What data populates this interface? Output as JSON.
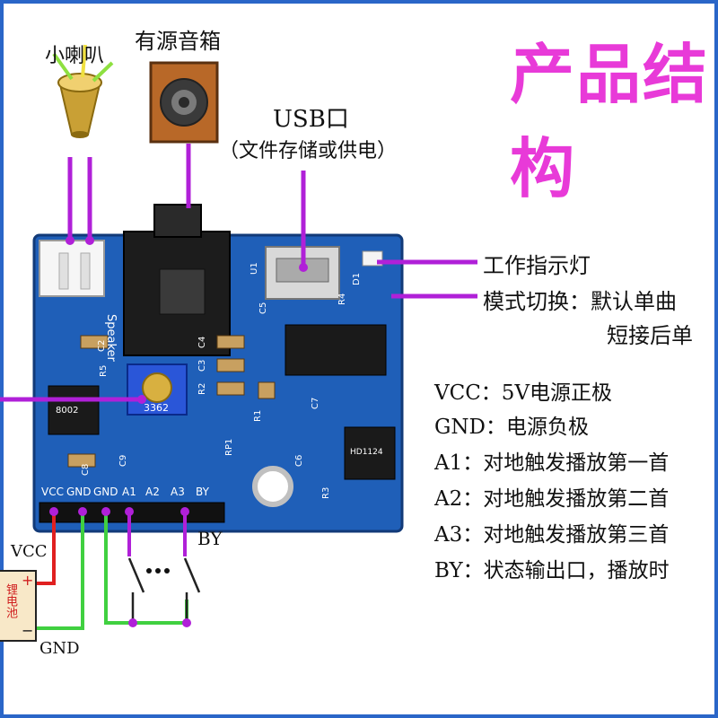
{
  "title": "产品结构",
  "labels": {
    "small_speaker": "小喇叭",
    "active_speaker": "有源音箱",
    "usb_port": "USB口",
    "usb_note": "（文件存储或供电）",
    "work_light": "工作指示灯",
    "mode_switch": "模式切换：默认单曲",
    "mode_switch_2": "短接后单",
    "vcc_wire": "VCC",
    "gnd_wire": "GND",
    "by_wire": "BY",
    "battery": "锂电池"
  },
  "pin_desc": [
    "VCC：5V电源正极",
    "GND：电源负极",
    "A1：对地触发播放第一首",
    "A2：对地触发播放第二首",
    "A3：对地触发播放第三首",
    "BY：状态输出口，播放时"
  ],
  "board": {
    "silk_pins": [
      "VCC",
      "GND",
      "GND",
      "A1",
      "A2",
      "A3",
      "BY"
    ],
    "silk_speaker": "Speaker",
    "pot_code": "3362",
    "ic_code_1": "8002",
    "ic_code_2": "HD1124",
    "components": [
      "C2",
      "R5",
      "C8",
      "C9",
      "C4",
      "C3",
      "R2",
      "R1",
      "C5",
      "C7",
      "C6",
      "R3",
      "R4",
      "RP1",
      "D1",
      "U1"
    ]
  },
  "colors": {
    "accent": "#e83ad8",
    "board": "#1f5fb8",
    "pointer": "#b020d8",
    "vcc_wire": "#e02020",
    "gnd_wire": "#40d040"
  }
}
